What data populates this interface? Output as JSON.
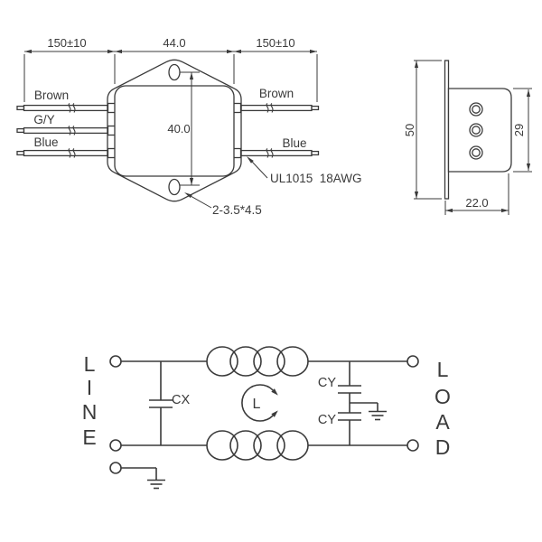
{
  "front_view": {
    "dim_left": "150±10",
    "dim_width": "44.0",
    "dim_right": "150±10",
    "dim_height": "40.0",
    "wire_labels_left": [
      "Brown",
      "G/Y",
      "Blue"
    ],
    "wire_labels_right": [
      "Brown",
      "Blue"
    ],
    "wire_spec": "UL1015  18AWG",
    "hole_spec": "2-3.5*4.5"
  },
  "side_view": {
    "dim_flange_height": "50",
    "dim_body_height": "29",
    "dim_depth": "22.0"
  },
  "schematic": {
    "line_word": "LINE",
    "load_word": "LOAD",
    "cx_label": "CX",
    "cy_top_label": "CY",
    "cy_bottom_label": "CY",
    "inductor_label": "L"
  },
  "colors": {
    "ink": "#3a3a3a",
    "background": "#ffffff"
  }
}
